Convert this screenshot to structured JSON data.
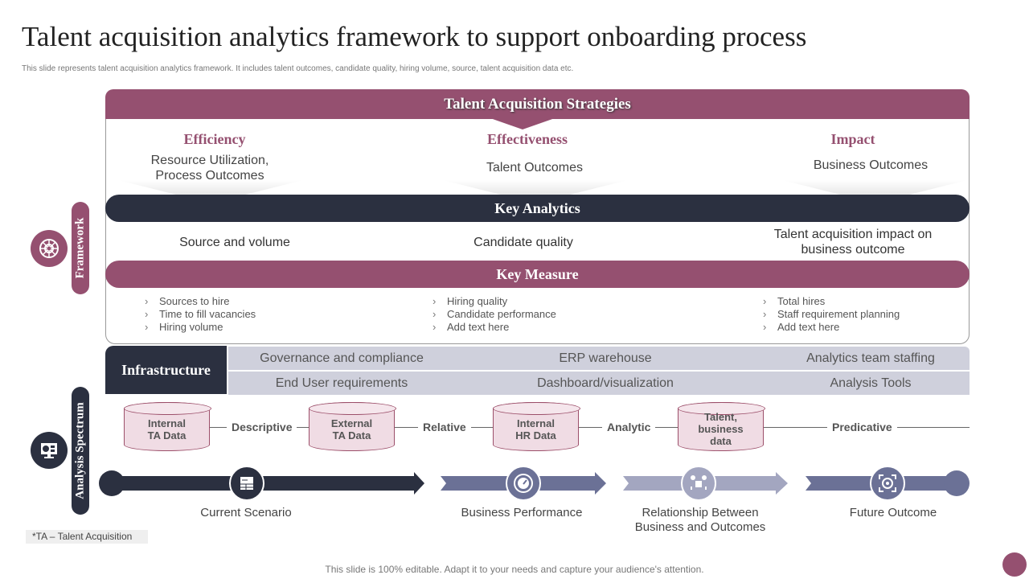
{
  "title": "Talent acquisition analytics framework to support onboarding process",
  "subtitle": "This slide represents talent acquisition analytics framework. It includes talent outcomes, candidate quality, hiring volume, source, talent acquisition data etc.",
  "framework": {
    "label": "Framework",
    "strategies_title": "Talent Acquisition Strategies",
    "columns": [
      {
        "heading": "Efficiency",
        "text": "Resource Utilization, Process Outcomes"
      },
      {
        "heading": "Effectiveness",
        "text": "Talent Outcomes"
      },
      {
        "heading": "Impact",
        "text": "Business Outcomes"
      }
    ],
    "key_analytics_title": "Key Analytics",
    "key_analytics": [
      "Source and volume",
      "Candidate quality",
      "Talent acquisition impact on business outcome"
    ],
    "key_measure_title": "Key Measure",
    "key_measures": [
      [
        "Sources to hire",
        "Time to fill vacancies",
        "Hiring volume"
      ],
      [
        "Hiring quality",
        "Candidate performance",
        "Add text here"
      ],
      [
        "Total hires",
        "Staff requirement planning",
        "Add text here"
      ]
    ]
  },
  "infrastructure": {
    "label": "Infrastructure",
    "row1": [
      "Governance and compliance",
      "ERP warehouse",
      "Analytics team staffing"
    ],
    "row2": [
      "End User requirements",
      "Dashboard/visualization",
      "Analysis Tools"
    ]
  },
  "analysis_spectrum": {
    "label": "Analysis Spectrum",
    "data_sources": [
      "Internal TA Data",
      "External TA Data",
      "Internal HR Data",
      "Talent, business data"
    ],
    "analysis_types": [
      "Descriptive",
      "Relative",
      "Analytic",
      "Predicative"
    ],
    "timeline": [
      "Current Scenario",
      "Business Performance",
      "Relationship Between Business and Outcomes",
      "Future Outcome"
    ]
  },
  "footnote": "*TA – Talent Acquisition",
  "footer": "This slide is 100% editable. Adapt it to your needs and capture your audience's attention.",
  "colors": {
    "maroon": "#955070",
    "navy": "#2b3040",
    "lavender": "#cfd0dc",
    "slate": "#6b7196",
    "light_slate": "#a3a6c0",
    "pink": "#f0dce4"
  }
}
